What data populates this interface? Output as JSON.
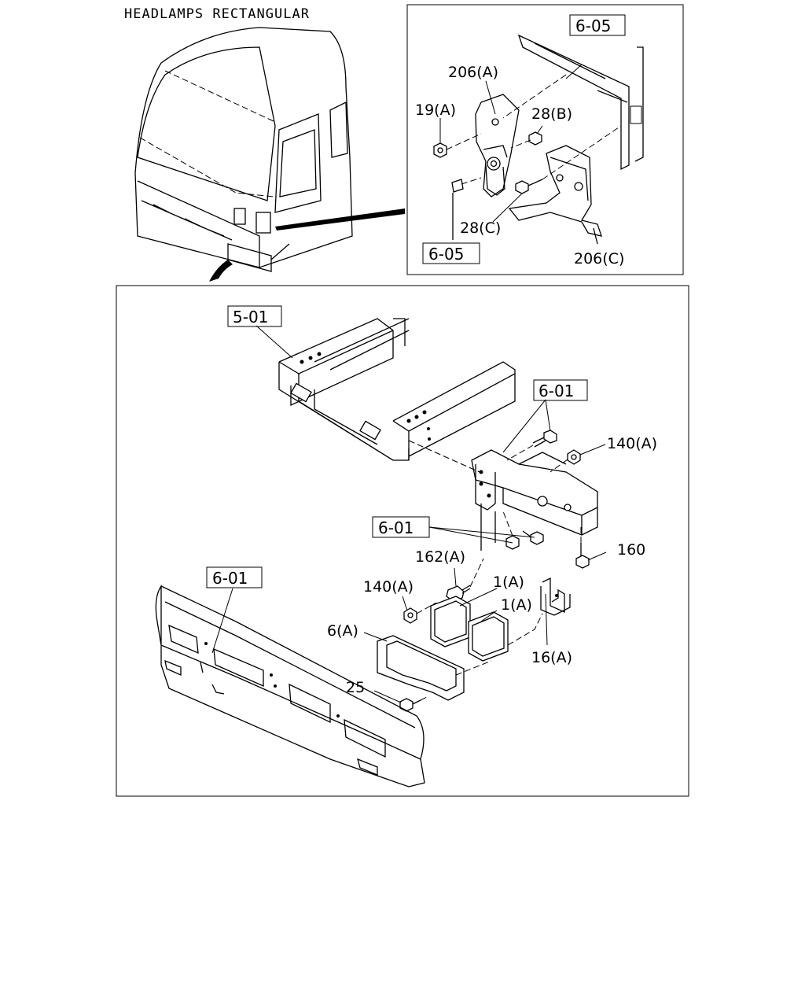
{
  "title": "HEADLAMPS RECTANGULAR",
  "detail": {
    "ref_boxes": {
      "top": "6-05",
      "bottom": "6-05"
    },
    "labels": {
      "bracket_a": "206(A)",
      "nut_a": "19(A)",
      "bolt_b": "28(B)",
      "bolt_c": "28(C)",
      "bracket_c": "206(C)"
    }
  },
  "main": {
    "ref_boxes": {
      "frame": "5-01",
      "bracket": "6-01",
      "bolts": "6-01",
      "bumper": "6-01"
    },
    "labels": {
      "nut_140a_top": "140(A)",
      "bolt_160": "160",
      "bolt_162a": "162(A)",
      "nut_140a_left": "140(A)",
      "lamp_1a_upper": "1(A)",
      "lamp_1a_lower": "1(A)",
      "bezel_6a": "6(A)",
      "bracket_16a": "16(A)",
      "screw_25": "25"
    }
  }
}
